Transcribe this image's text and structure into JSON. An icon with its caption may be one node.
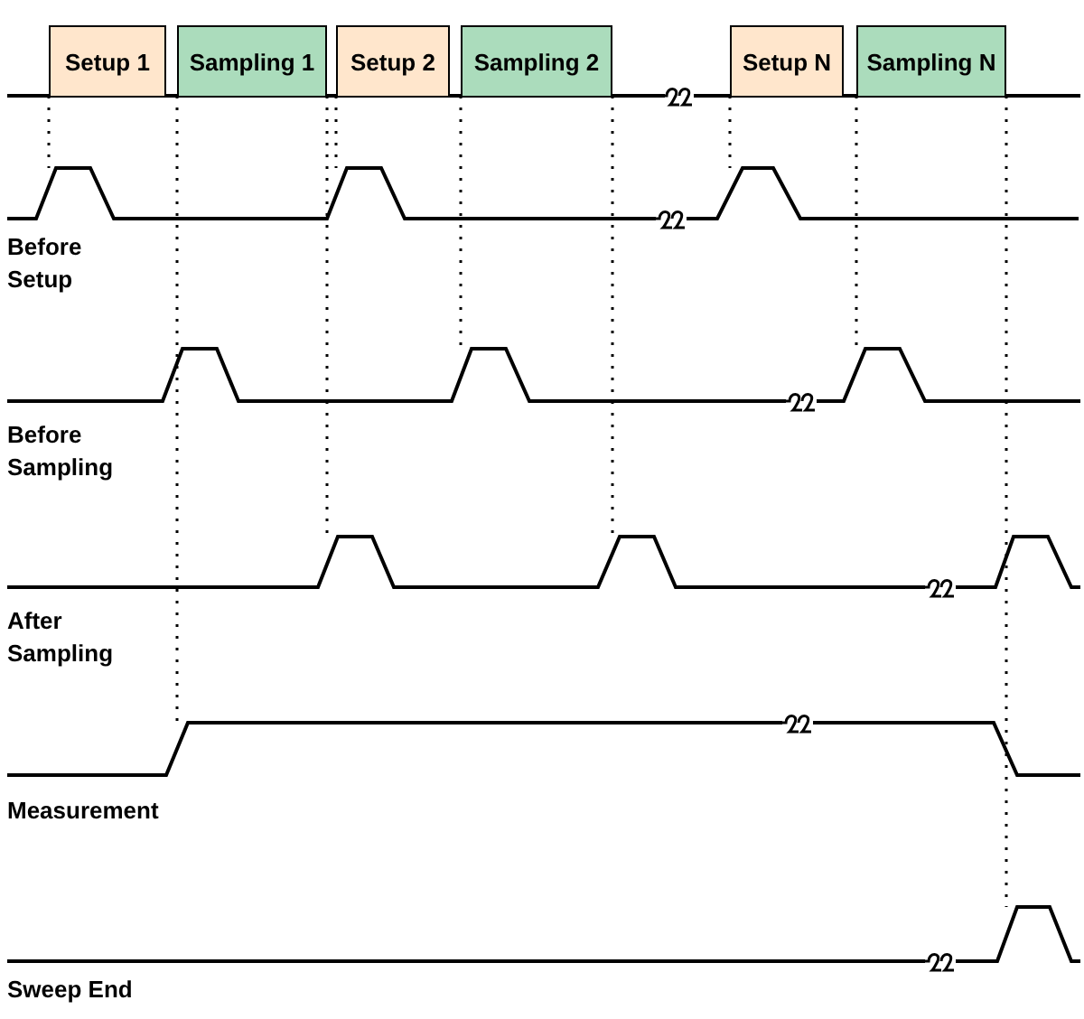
{
  "diagram": {
    "nodes": [
      {
        "text": [
          "Setup 1"
        ]
      },
      {
        "text": [
          "Sampling 1"
        ]
      },
      {
        "text": [
          "Setup 2"
        ]
      },
      {
        "text": [
          "Sampling 2"
        ]
      },
      {
        "text": [
          "Setup N"
        ]
      },
      {
        "text": [
          "Sampling N"
        ]
      }
    ],
    "edges": [],
    "labels": [
      "Before Setup",
      "Before Sampling",
      "After Sampling",
      "Measurement",
      "Sweep End"
    ]
  }
}
